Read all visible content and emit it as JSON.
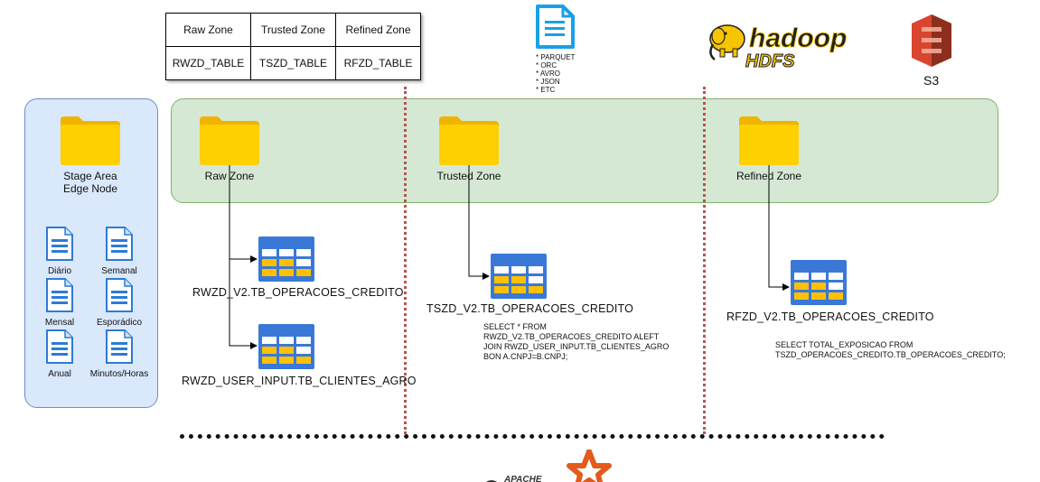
{
  "zone_table": {
    "headers": [
      "Raw Zone",
      "Trusted Zone",
      "Refined Zone"
    ],
    "row": [
      "RWZD_TABLE",
      "TSZD_TABLE",
      "RFZD_TABLE"
    ]
  },
  "file_formats": [
    "* PARQUET",
    "* ORC",
    "* AVRO",
    "* JSON",
    "* ETC"
  ],
  "logos": {
    "hadoop": "hadoop",
    "hdfs": "HDFS",
    "s3": "S3",
    "apache": "APACHE"
  },
  "stage_area": {
    "line1": "Stage Area",
    "line2": "Edge Node",
    "files": [
      "Diário",
      "Semanal",
      "Mensal",
      "Esporádico",
      "Anual",
      "Minutos/Horas"
    ]
  },
  "zones": {
    "raw": "Raw Zone",
    "trusted": "Trusted Zone",
    "refined": "Refined Zone"
  },
  "tables": {
    "raw_operacoes": "RWZD_V2.TB_OPERACOES_CREDITO",
    "raw_clientes": "RWZD_USER_INPUT.TB_CLIENTES_AGRO",
    "trusted_operacoes": "TSZD_V2.TB_OPERACOES_CREDITO",
    "refined_operacoes": "RFZD_V2.TB_OPERACOES_CREDITO"
  },
  "sql": {
    "trusted": "SELECT * FROM\nRWZD_V2.TB_OPERACOES_CREDITO ALEFT\nJOIN RWZD_USER_INPUT.TB_CLIENTES_AGRO\nBON A.CNPJ=B.CNPJ;",
    "refined": "SELECT TOTAL_EXPOSICAO FROM\nTSZD_OPERACOES_CREDITO.TB_OPERACOES_CREDITO;"
  },
  "colors": {
    "folder": "#ffd000",
    "folder_dark": "#f0b400",
    "table_header": "#3a78d8",
    "table_cell": "#ffc000",
    "green_band": "#d5e8d4",
    "stage_panel": "#dae8fc",
    "dotted_red": "#b85450",
    "s3": "#d9452e",
    "hadoop_yellow": "#f7c400"
  }
}
